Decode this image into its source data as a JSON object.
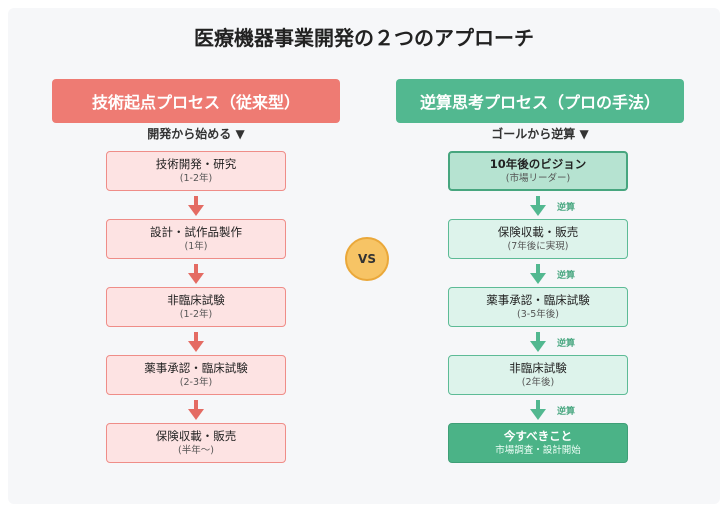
{
  "title": "医療機器事業開発の２つのアプローチ",
  "left": {
    "header": "技術起点プロセス（従来型）",
    "subtitle": "開発から始める ▼",
    "steps": [
      {
        "title": "技術開発・研究",
        "sub": "(1-2年)"
      },
      {
        "title": "設計・試作品製作",
        "sub": "(1年)"
      },
      {
        "title": "非臨床試験",
        "sub": "(1-2年)"
      },
      {
        "title": "薬事承認・臨床試験",
        "sub": "(2-3年)"
      },
      {
        "title": "保険収載・販売",
        "sub": "(半年〜)"
      }
    ]
  },
  "right": {
    "header": "逆算思考プロセス（プロの手法）",
    "subtitle": "ゴールから逆算 ▼",
    "arrow_label": "逆算",
    "steps": [
      {
        "title": "10年後のビジョン",
        "sub": "(市場リーダー)"
      },
      {
        "title": "保険収載・販売",
        "sub": "(7年後に実現)"
      },
      {
        "title": "薬事承認・臨床試験",
        "sub": "(3-5年後)"
      },
      {
        "title": "非臨床試験",
        "sub": "(2年後)"
      },
      {
        "title": "今すべきこと",
        "sub": "市場調査・設計開始"
      }
    ]
  },
  "vs": "VS",
  "colors": {
    "left_accent": "#ee7b73",
    "right_accent": "#52b890",
    "vs_badge": "#f7c465"
  }
}
